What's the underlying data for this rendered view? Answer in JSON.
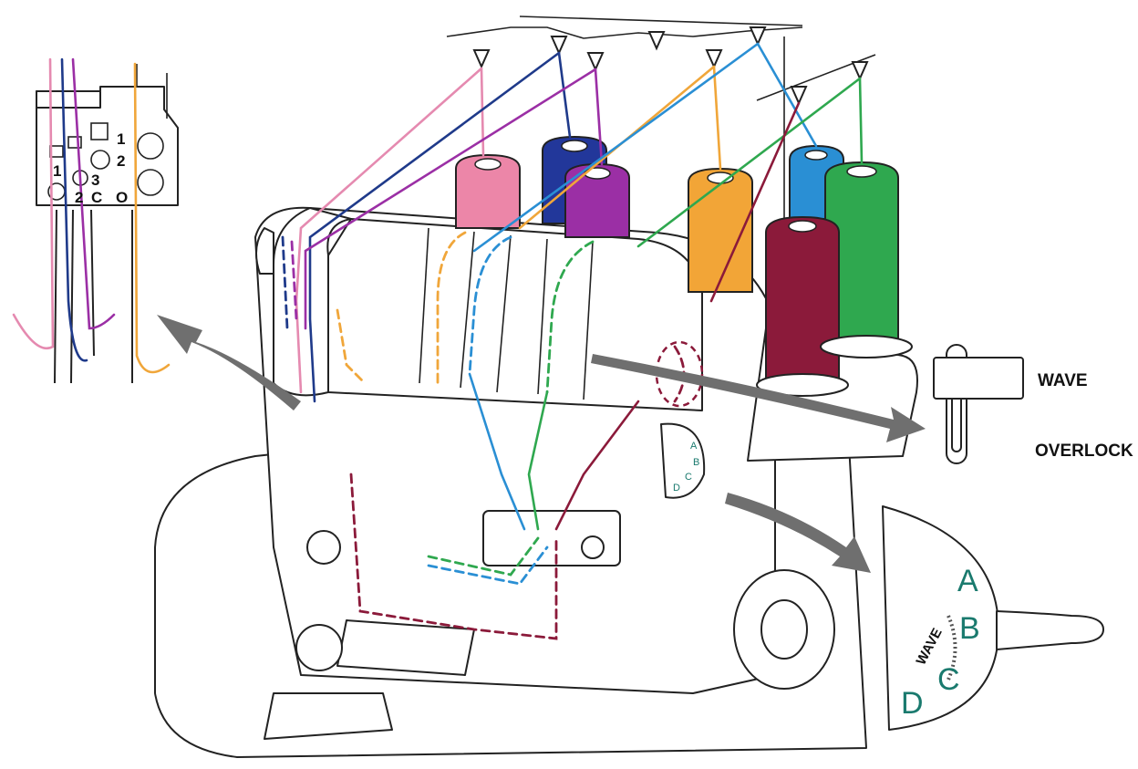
{
  "lever_labels": {
    "wave": "WAVE",
    "overlock": "OVERLOCK"
  },
  "needle_labels": {
    "left_col": [
      "1",
      "2"
    ],
    "mid_col": [
      "3",
      "C"
    ],
    "right_col": [
      "1",
      "2",
      "O"
    ]
  },
  "dial": {
    "positions": [
      "A",
      "B",
      "C",
      "D"
    ],
    "arc_label": "WAVE"
  },
  "thread_colors": {
    "pink": "#e58ab0",
    "navy": "#1f3a8a",
    "purple": "#9b2fa5",
    "orange": "#f0a63a",
    "blue": "#2a8fd4",
    "green": "#2fa84f",
    "maroon": "#8b1a3a"
  },
  "icons": [
    "arrow-icon"
  ]
}
